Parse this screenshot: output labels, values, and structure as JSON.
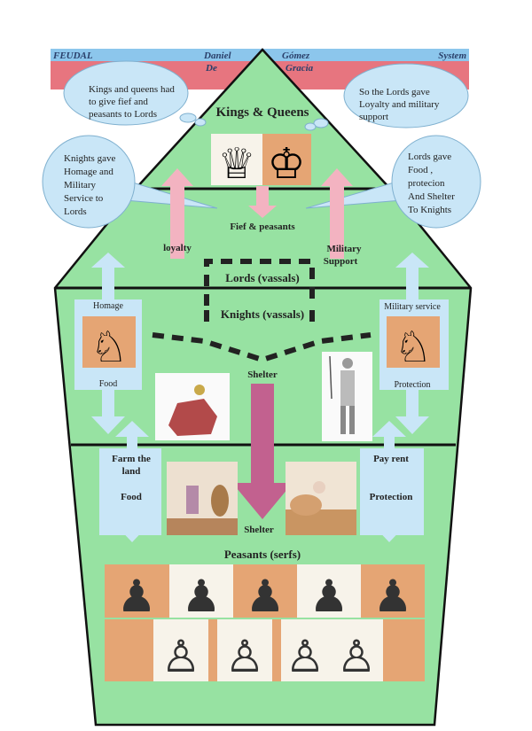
{
  "header": {
    "left": "FEUDAL",
    "name1": "Daniel",
    "name2": "De",
    "surname1": "Gómez",
    "surname2": "Gracia",
    "right": "System"
  },
  "clouds": {
    "top_left": [
      "Kings and queens had",
      "to give fief and",
      "peasants to Lords"
    ],
    "top_right": [
      "So the Lords gave",
      "Loyalty and military",
      "support"
    ],
    "mid_left": [
      "Knights gave",
      "Homage and",
      "Military",
      "Service to",
      "Lords"
    ],
    "mid_right": [
      "Lords gave",
      "Food ,",
      "protecion",
      "And Shelter",
      "To Knights"
    ]
  },
  "levels": {
    "kings": "Kings & Queens",
    "lords": "Lords (vassals)",
    "knights": "Knights (vassals)",
    "peasants": "Peasants (serfs)"
  },
  "labels": {
    "fief": "Fief & peasants",
    "loyalty": "loyalty",
    "military1": "Military",
    "military2": "Support",
    "homage": "Homage",
    "food_left": "Food",
    "military_service": "Military service",
    "protection_right": "Protection",
    "shelter_top": "Shelter",
    "farm1": "Farm the",
    "farm2": "land",
    "food_bottom": "Food",
    "pay_rent": "Pay rent",
    "protection_bottom": "Protection",
    "shelter_bottom": "Shelter"
  },
  "icons": {
    "queen": "♕",
    "king": "♔",
    "knight": "♘",
    "black_pawn": "♟",
    "white_pawn": "♙"
  },
  "colors": {
    "green": "#97e2a2",
    "pink_band": "#e7757f",
    "blue_band": "#8cc6ec",
    "cloud": "#c9e6f7",
    "pink_arrow": "#f3b3c1",
    "magenta_arrow": "#c2618f",
    "tan": "#e5a574"
  }
}
